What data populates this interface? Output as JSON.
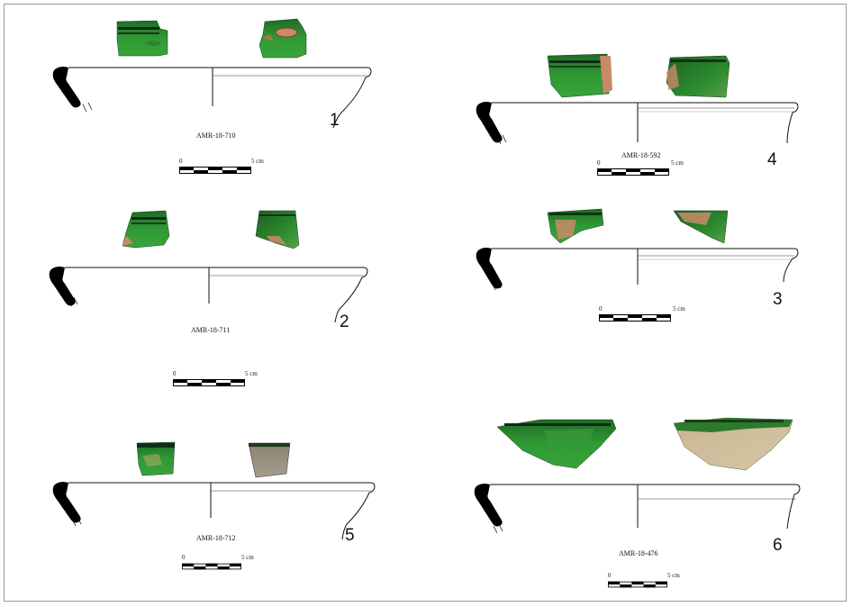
{
  "figures": [
    {
      "number": "1",
      "code": "AMR-18-710"
    },
    {
      "number": "2",
      "code": "AMR-18-711"
    },
    {
      "number": "3",
      "code": ""
    },
    {
      "number": "4",
      "code": "AMR-18-592"
    },
    {
      "number": "5",
      "code": "AMR-18-712"
    },
    {
      "number": "6",
      "code": "AMR-18-476"
    }
  ],
  "scale_bar": {
    "start_label": "0",
    "end_label": "5 cm"
  },
  "colors": {
    "glaze_green": "#2f8f2f",
    "glaze_dark": "#1b5a22",
    "body_clay": "#c98a6a",
    "body_grey": "#9a9080",
    "section_fill": "#000000"
  }
}
